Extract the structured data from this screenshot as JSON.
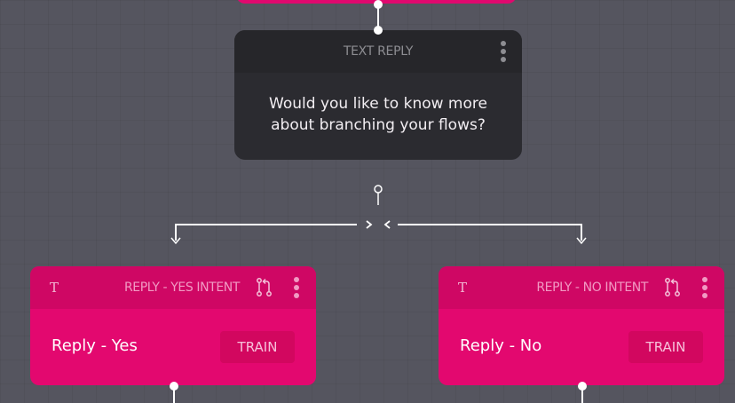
{
  "canvas": {
    "background": "#55555f"
  },
  "colors": {
    "accent": "#e3086f",
    "accent_header": "#cf0764",
    "dark_node": "#2b2b30"
  },
  "text_reply_node": {
    "title": "TEXT REPLY",
    "message": "Would you like to know more about branching your flows?",
    "menu_icon": "more-vertical-icon"
  },
  "branch_connector": {
    "collapse_icon": "collapse-arrows-icon",
    "arrow_icon": "arrow-down-icon"
  },
  "intent_nodes": [
    {
      "type_icon": "text-type-icon",
      "title": "REPLY - YES INTENT",
      "label": "Reply - Yes",
      "train_label": "TRAIN",
      "branch_icon": "git-pull-request-icon",
      "menu_icon": "more-vertical-icon"
    },
    {
      "type_icon": "text-type-icon",
      "title": "REPLY - NO INTENT",
      "label": "Reply - No",
      "train_label": "TRAIN",
      "branch_icon": "git-pull-request-icon",
      "menu_icon": "more-vertical-icon"
    }
  ]
}
